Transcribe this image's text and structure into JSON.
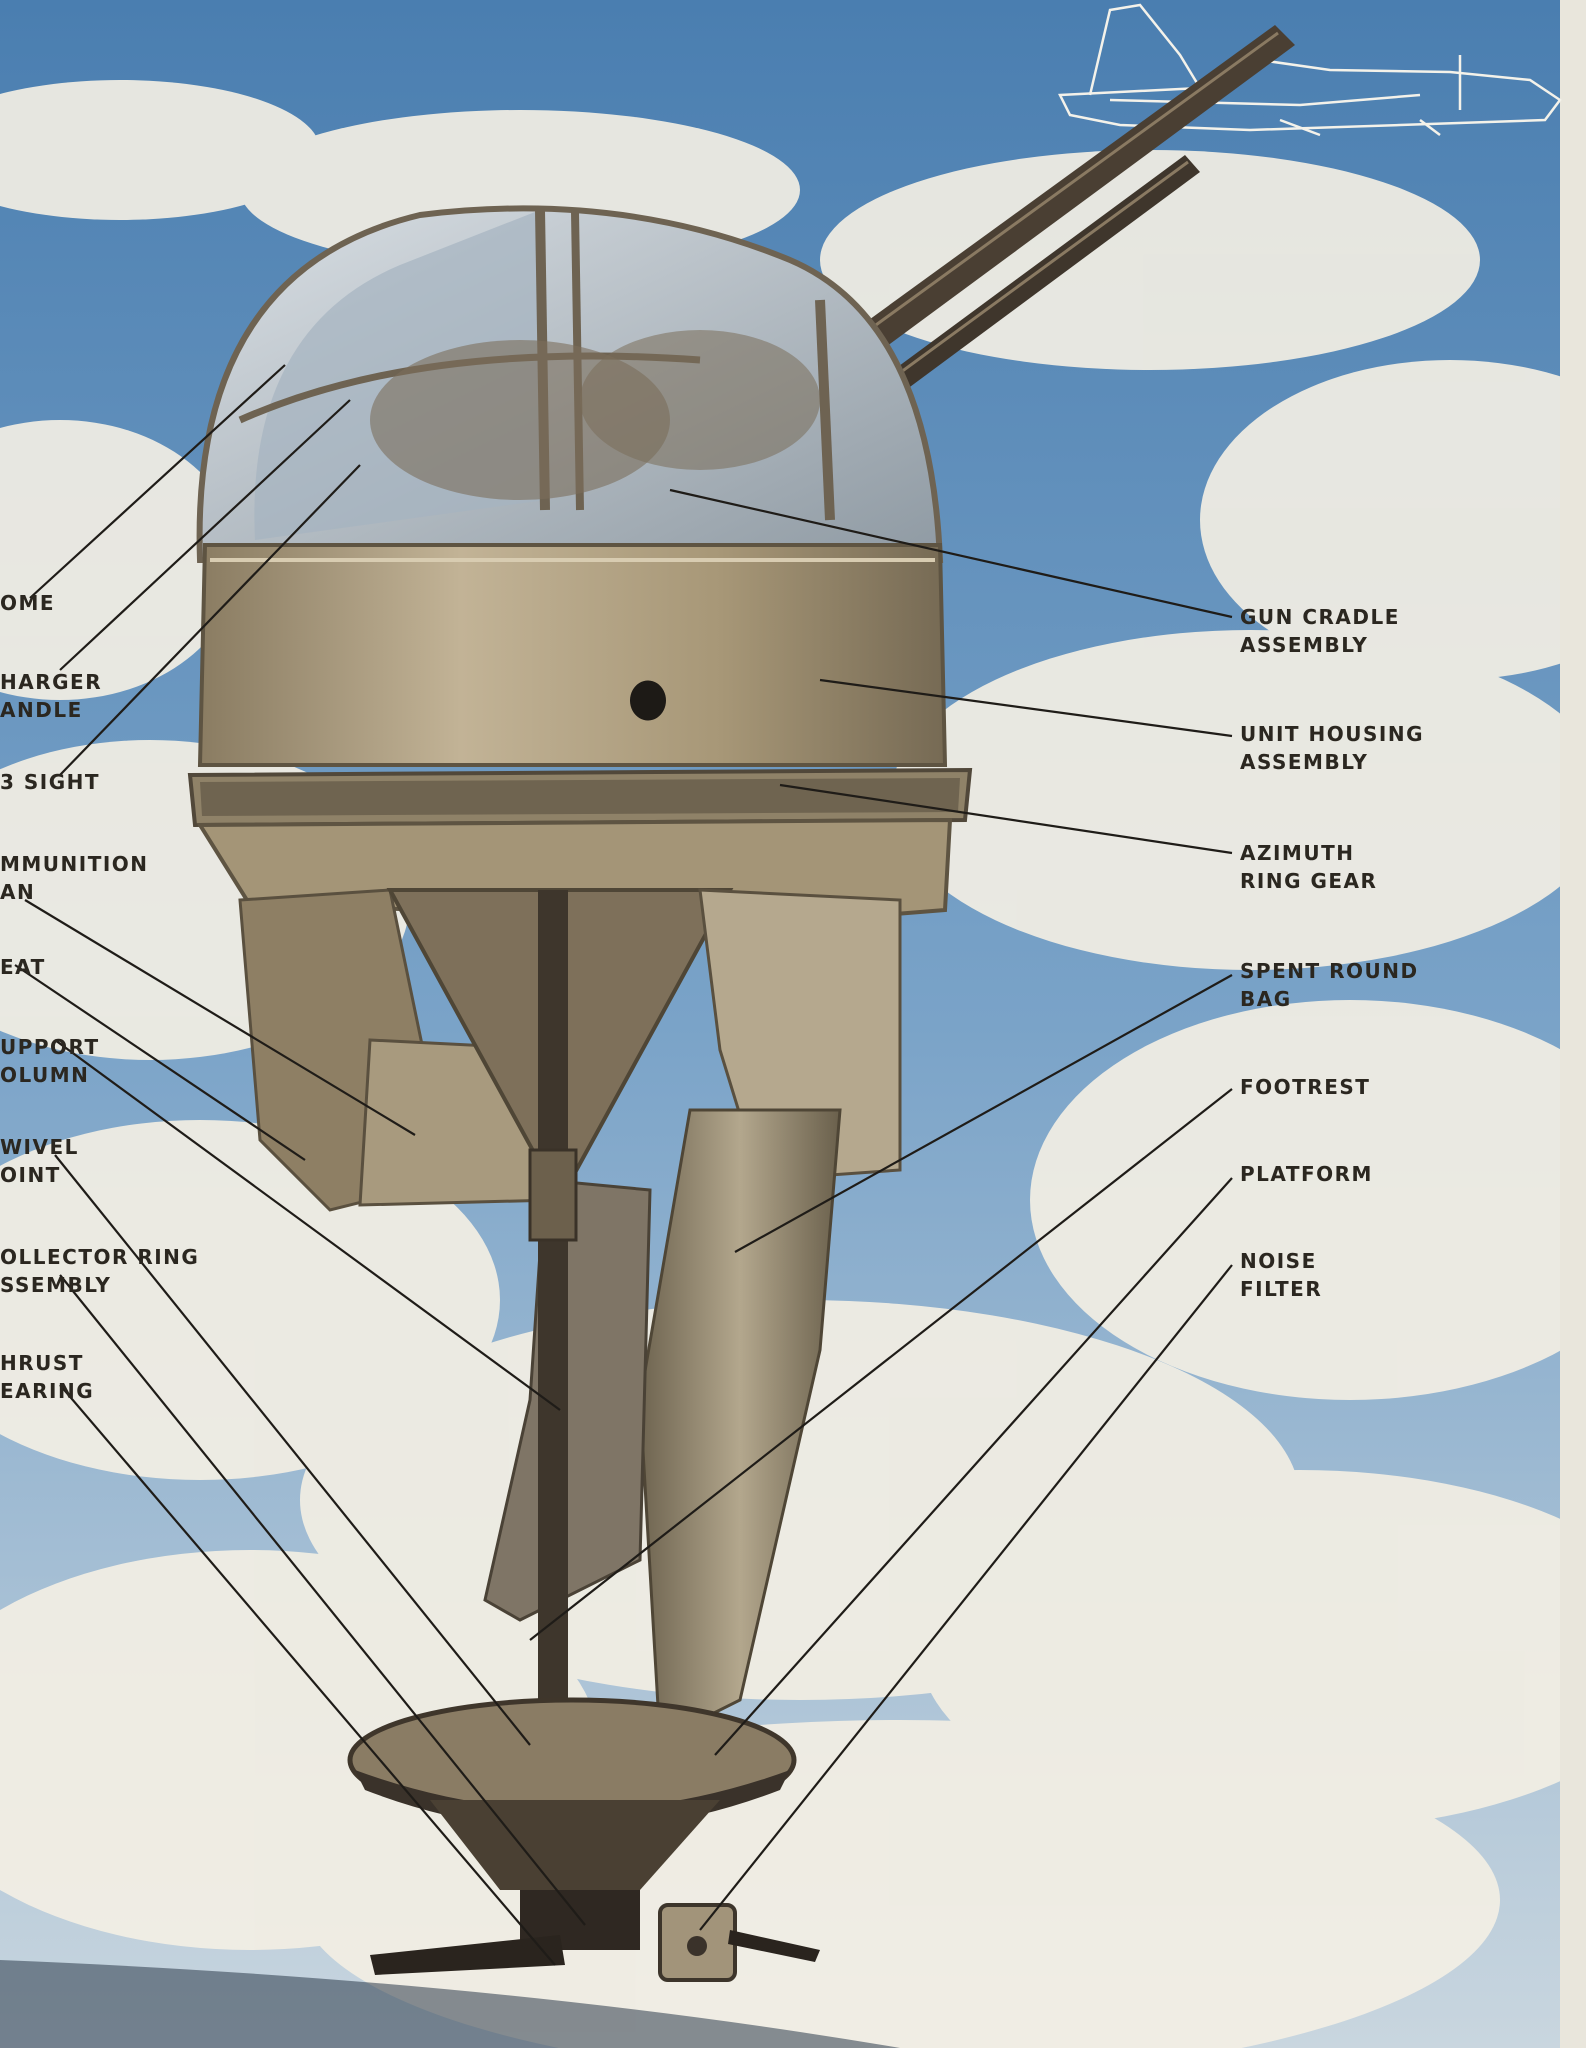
{
  "labels": {
    "dome": {
      "line1": "OME"
    },
    "charger_handle": {
      "line1": "HARGER",
      "line2": "ANDLE"
    },
    "sight": {
      "line1": "3 SIGHT"
    },
    "ammunition_can": {
      "line1": "MMUNITION",
      "line2": "AN"
    },
    "seat": {
      "line1": "EAT"
    },
    "support_column": {
      "line1": "UPPORT",
      "line2": "OLUMN"
    },
    "swivel_joint": {
      "line1": "WIVEL",
      "line2": "OINT"
    },
    "collector_ring": {
      "line1": "OLLECTOR RING",
      "line2": "SSEMBLY"
    },
    "thrust_bearing": {
      "line1": "HRUST",
      "line2": "EARING"
    },
    "gun_cradle": {
      "line1": "GUN CRADLE",
      "line2": "ASSEMBLY"
    },
    "unit_housing": {
      "line1": "UNIT HOUSING",
      "line2": "ASSEMBLY"
    },
    "azimuth_ring": {
      "line1": "AZIMUTH",
      "line2": "RING GEAR"
    },
    "spent_round_bag": {
      "line1": "SPENT ROUND",
      "line2": "BAG"
    },
    "footrest": {
      "line1": "FOOTREST"
    },
    "platform": {
      "line1": "PLATFORM"
    },
    "noise_filter": {
      "line1": "NOISE",
      "line2": "FILTER"
    }
  },
  "colors": {
    "sky": "#4f82b3",
    "cloud": "#f3efe4",
    "metal": "#a39477",
    "leader": "#1f1c18"
  }
}
